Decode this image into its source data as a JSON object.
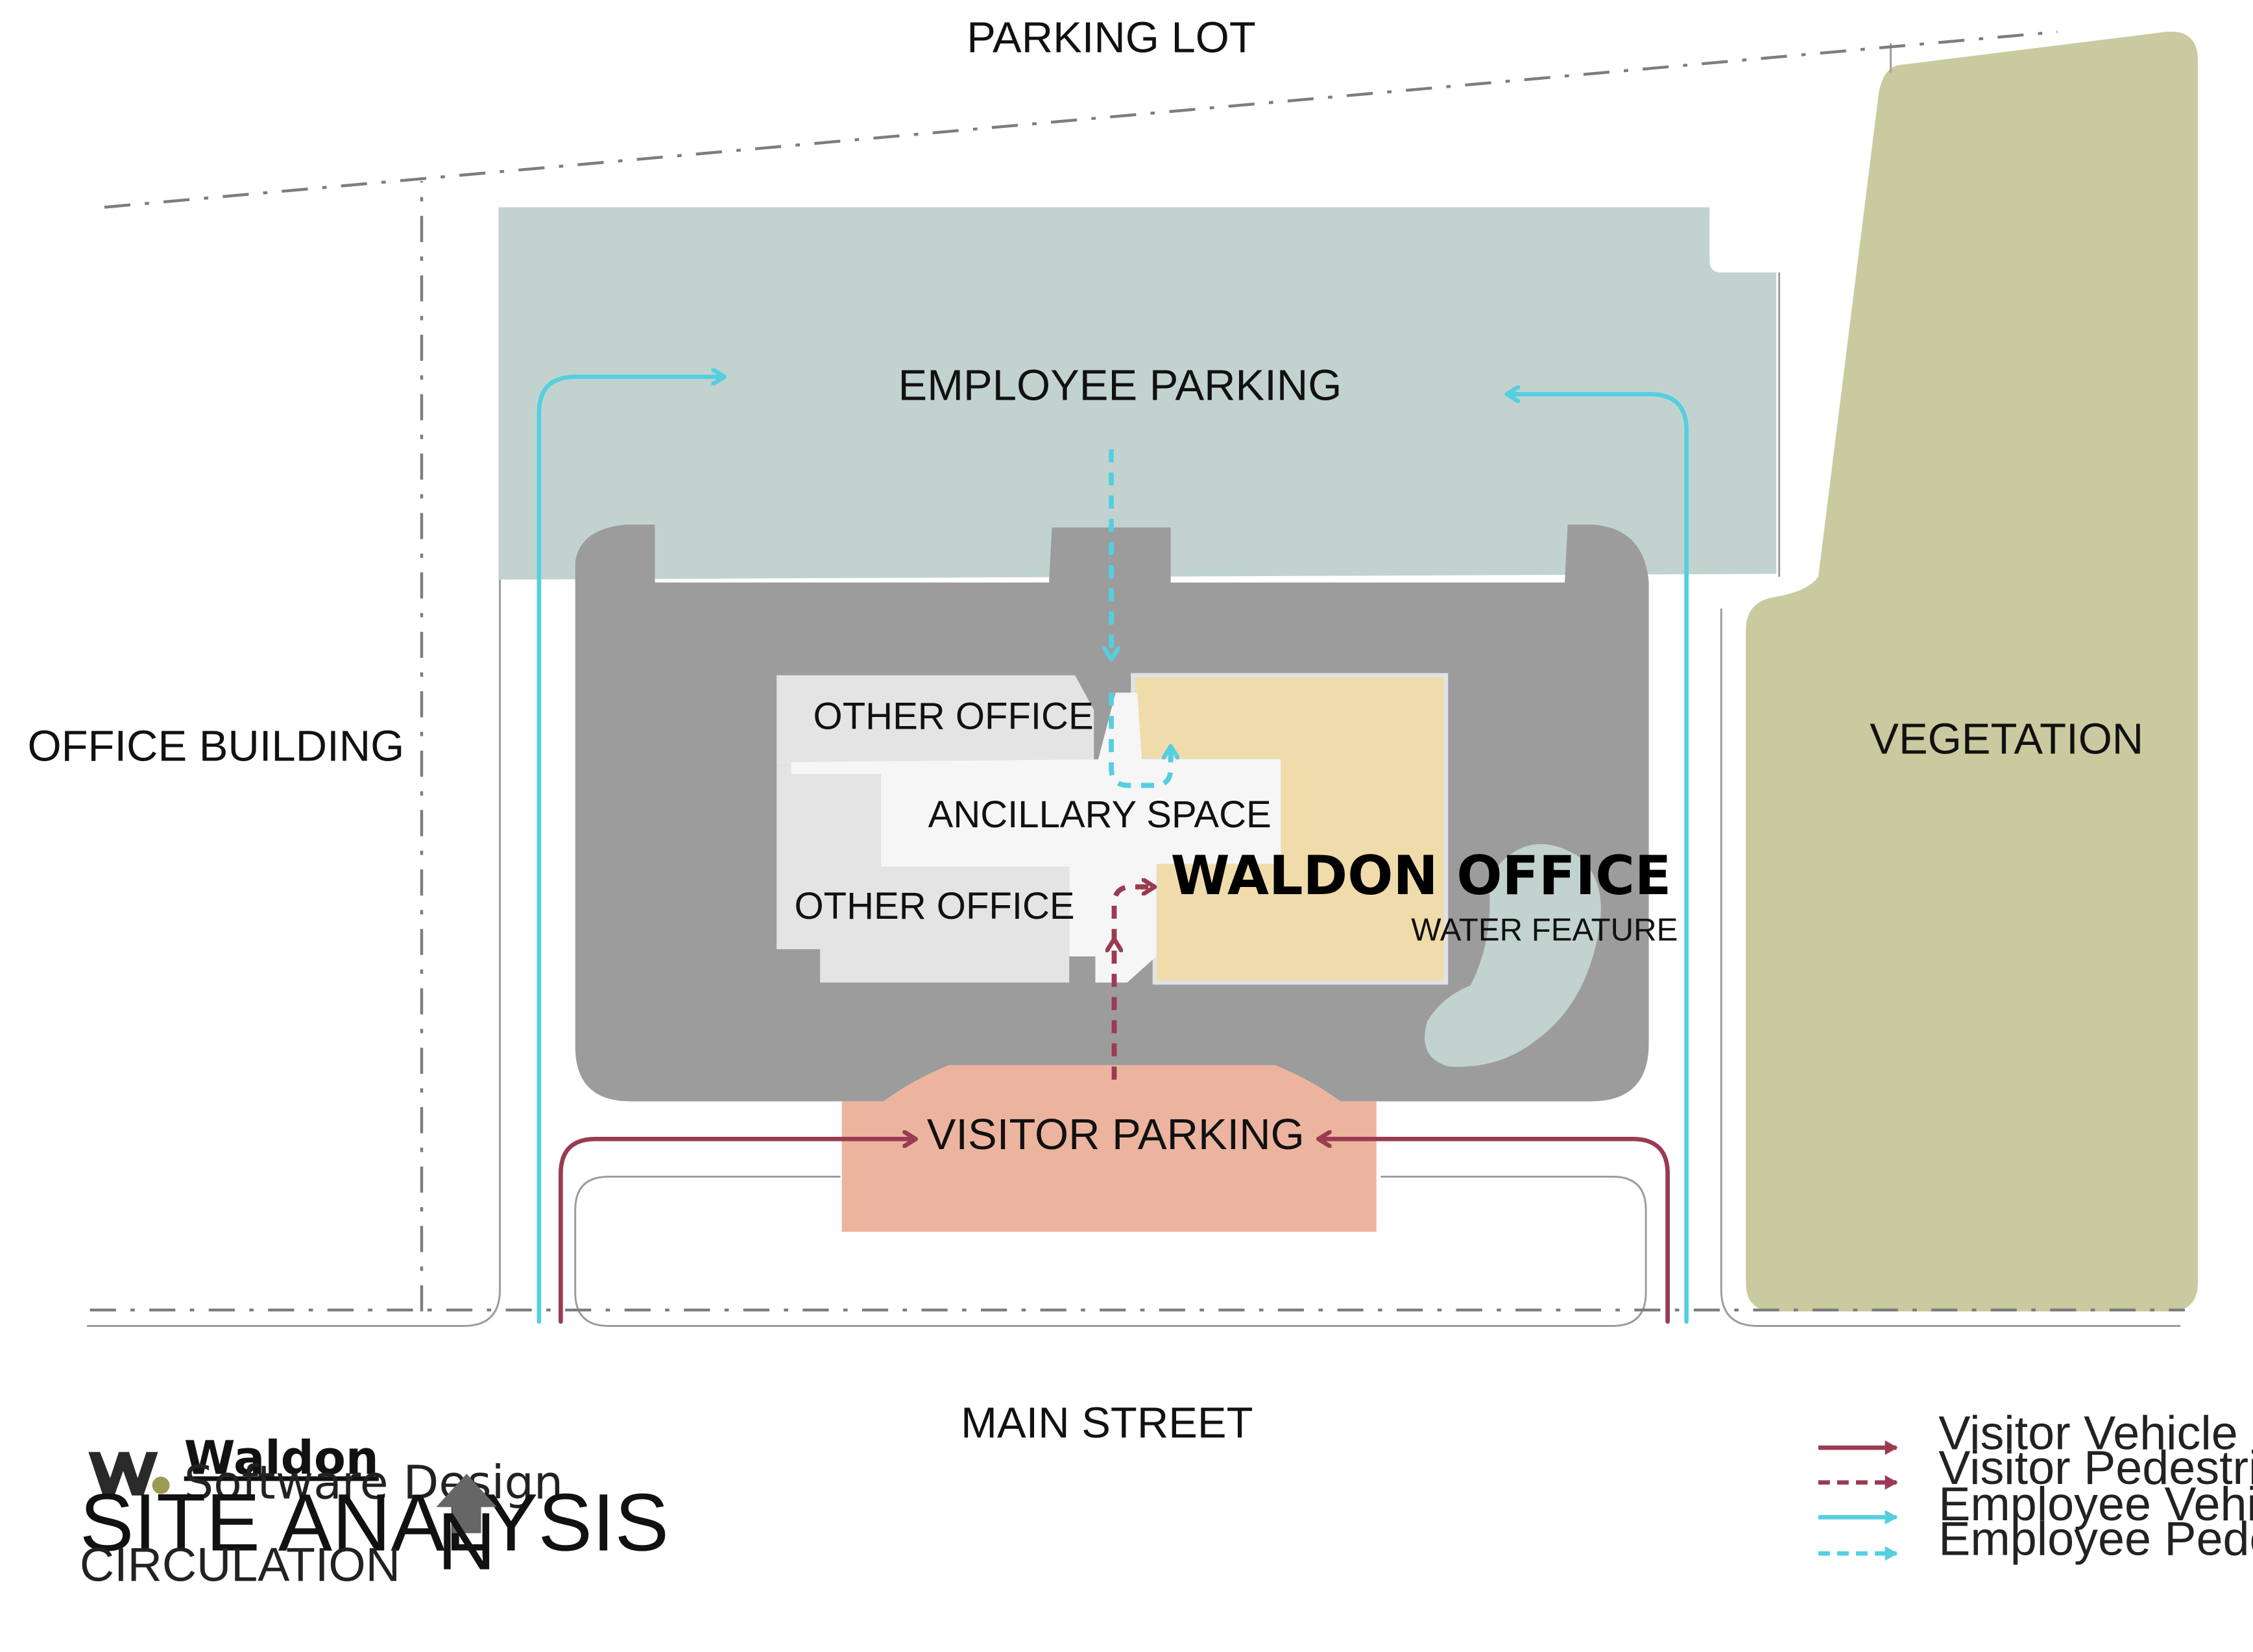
{
  "labels": {
    "parking_lot": "PARKING LOT",
    "employee_parking": "EMPLOYEE PARKING",
    "office_building": "OFFICE BUILDING",
    "vegetation": "VEGETATION",
    "other_office_top": "OTHER OFFICE",
    "ancillary_space": "ANCILLARY SPACE",
    "other_office_bottom": "OTHER OFFICE",
    "waldon_office": "WALDON OFFICE",
    "water_feature": "WATER FEATURE",
    "visitor_parking": "VISITOR PARKING",
    "main_street": "MAIN STREET"
  },
  "legend": [
    {
      "label": "Visitor Vehicle",
      "color": "#9a3b52",
      "style": "solid"
    },
    {
      "label": "Visitor Pedestrian",
      "color": "#9a3b52",
      "style": "dashed"
    },
    {
      "label": "Employee Vehicle",
      "color": "#55cfe0",
      "style": "solid"
    },
    {
      "label": "Employee Pedestrian",
      "color": "#55cfe0",
      "style": "dashed"
    }
  ],
  "brand": {
    "logo_letter": "W",
    "name": "Waldon",
    "subtitle": "Software Design"
  },
  "title": {
    "main": "SITE ANALYSIS",
    "sub": "CIRCULATION"
  },
  "north": {
    "letter": "N",
    "icon": "north-arrow-icon"
  },
  "colors": {
    "employee_parking": "#c2d3cf",
    "vegetation": "#c9ca9f",
    "building_slab": "#9c9c9c",
    "other_office": "#e4e4e4",
    "ancillary": "#f6f6f6",
    "waldon_office": "#f0dcab",
    "water": "#c2d3cf",
    "visitor_parking": "#ecb49f",
    "visitor_route": "#9a3b52",
    "employee_route": "#55cfe0",
    "logo_dot": "#9c9a55"
  }
}
